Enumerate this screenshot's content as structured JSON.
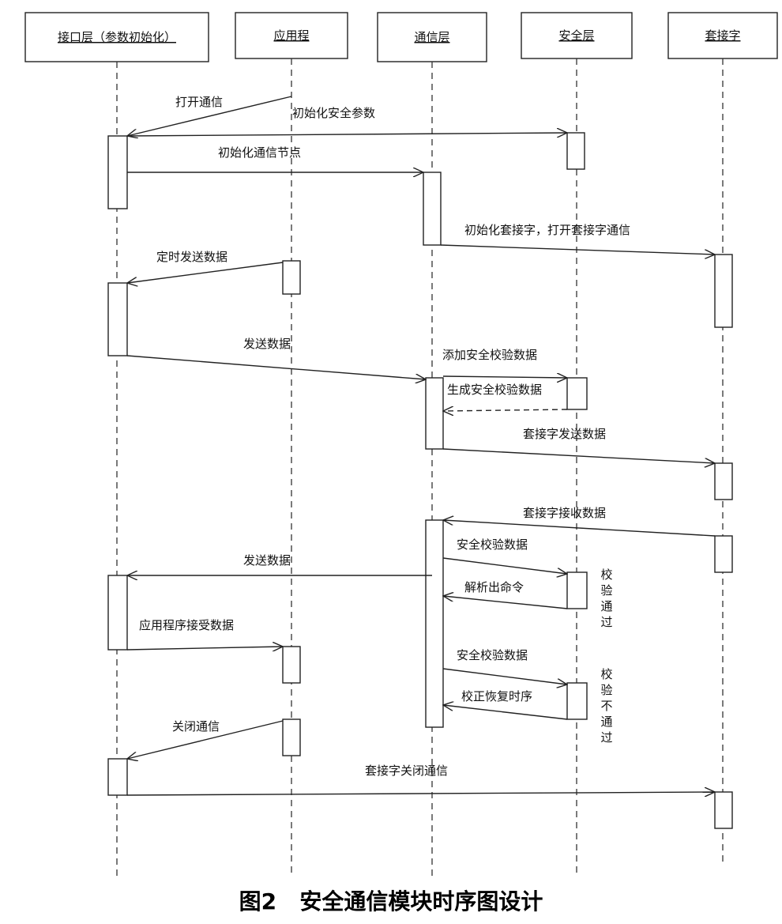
{
  "caption": "图2   安全通信模块时序图设计",
  "participants": [
    {
      "id": "api",
      "label": "接口层（参数初始化）"
    },
    {
      "id": "app",
      "label": "应用程"
    },
    {
      "id": "comm",
      "label": "通信层"
    },
    {
      "id": "sec",
      "label": "安全层"
    },
    {
      "id": "sock",
      "label": "套接字"
    }
  ],
  "messages": [
    {
      "id": "m1",
      "label": "打开通信"
    },
    {
      "id": "m2",
      "label": "初始化安全参数"
    },
    {
      "id": "m3",
      "label": "初始化通信节点"
    },
    {
      "id": "m4",
      "label": "初始化套接字，打开套接字通信"
    },
    {
      "id": "m5",
      "label": "定时发送数据"
    },
    {
      "id": "m6",
      "label": "发送数据"
    },
    {
      "id": "m7",
      "label": "添加安全校验数据"
    },
    {
      "id": "m8",
      "label": "生成安全校验数据"
    },
    {
      "id": "m9",
      "label": "套接字发送数据"
    },
    {
      "id": "m10",
      "label": "套接字接收数据"
    },
    {
      "id": "m11",
      "label": "安全校验数据"
    },
    {
      "id": "m12",
      "label": "发送数据"
    },
    {
      "id": "m13",
      "label": "解析出命令"
    },
    {
      "id": "m14",
      "label": "应用程序接受数据"
    },
    {
      "id": "m15",
      "label": "安全校验数据"
    },
    {
      "id": "m16",
      "label": "校正恢复时序"
    },
    {
      "id": "m17",
      "label": "关闭通信"
    },
    {
      "id": "m18",
      "label": "套接字关闭通信"
    }
  ],
  "notes": [
    {
      "id": "pass",
      "chars": [
        "校",
        "验",
        "通",
        "过"
      ]
    },
    {
      "id": "fail",
      "chars": [
        "校",
        "验",
        "不",
        "通",
        "过"
      ]
    }
  ],
  "colors": {
    "line": "#222222",
    "text": "#111111",
    "background": "#ffffff"
  }
}
